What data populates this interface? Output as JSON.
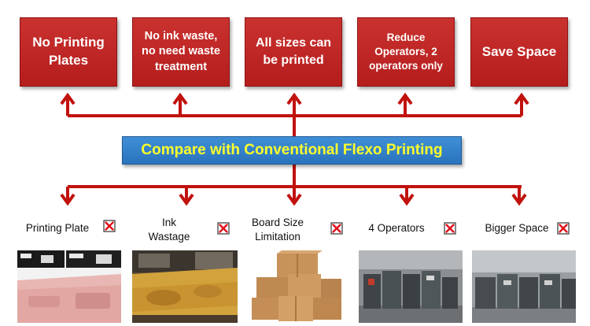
{
  "benefits": [
    "No Printing\nPlates",
    "No ink waste,\nno need waste\ntreatment",
    "All sizes can\nbe printed",
    "Reduce\nOperators, 2\noperators  only",
    "Save Space"
  ],
  "banner": "Compare with Conventional Flexo Printing",
  "drawbacks": [
    "Printing Plate",
    "Ink\nWastage",
    "Board Size\nLimitation",
    "4 Operators",
    "Bigger Space"
  ],
  "colors": {
    "box_red": "#b51d1d",
    "arrow_red": "#c1120e",
    "banner_blue": "#2a73bd",
    "banner_text": "#ffff2a"
  },
  "icons": [
    "cross-checkbox-icon"
  ],
  "photos": [
    "printing-plate-photo",
    "ink-wastage-photo",
    "cardboard-boxes-photo",
    "printing-press-photo",
    "printing-line-photo"
  ]
}
